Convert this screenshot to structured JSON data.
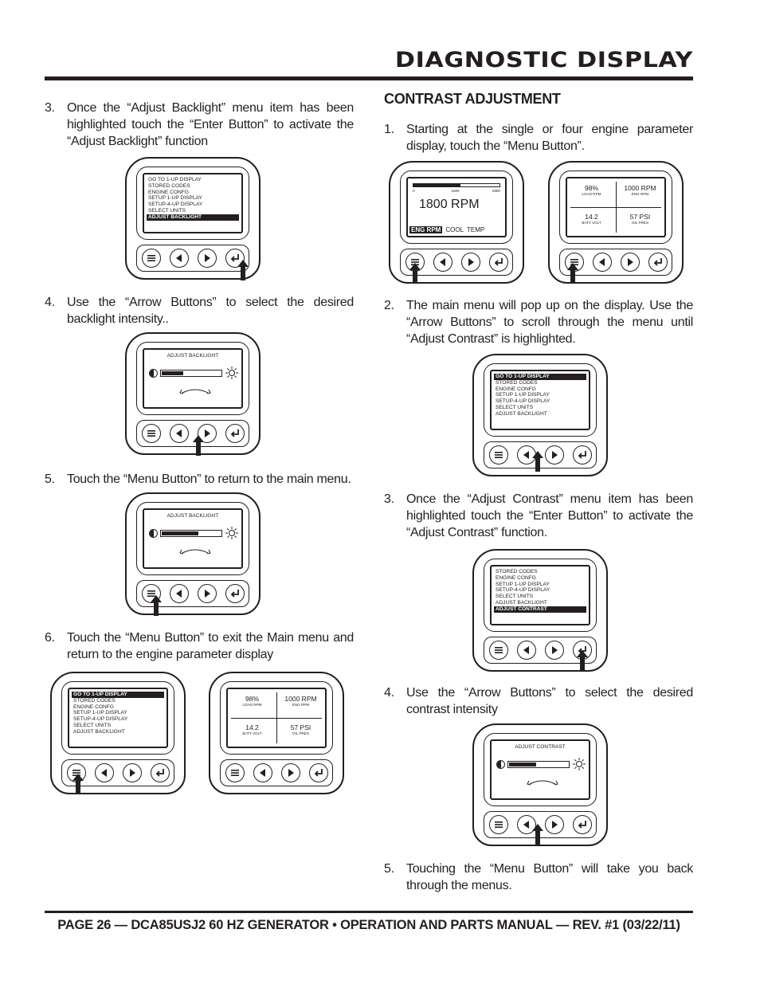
{
  "header": {
    "title": "DIAGNOSTIC DISPLAY"
  },
  "footer": {
    "text": "PAGE 26 — DCA85USJ2 60 HZ GENERATOR • OPERATION AND PARTS MANUAL — REV. #1 (03/22/11)"
  },
  "left_steps": [
    {
      "num": "3.",
      "text": "Once the “Adjust Backlight” menu item has been highlighted touch the “Enter Button” to activate the “Adjust Backlight” function"
    },
    {
      "num": "4.",
      "text": "Use the “Arrow Buttons” to select the desired backlight intensity.."
    },
    {
      "num": "5.",
      "text": "Touch the “Menu Button” to return to the main menu."
    },
    {
      "num": "6.",
      "text": "Touch the “Menu Button” to exit the Main menu and return to the engine parameter display"
    }
  ],
  "right_section": {
    "heading": "CONTRAST ADJUSTMENT",
    "steps": [
      {
        "num": "1.",
        "text": "Starting at the single or four engine parameter display, touch the “Menu Button”."
      },
      {
        "num": "2.",
        "text": "The main menu will pop up on the display. Use the “Arrow Buttons” to scroll through the menu until “Adjust Contrast” is highlighted."
      },
      {
        "num": "3.",
        "text": "Once the “Adjust Contrast” menu item has been highlighted touch the “Enter Button” to activate the “Adjust Contrast” function."
      },
      {
        "num": "4.",
        "text": "Use the “Arrow Buttons” to select the desired contrast intensity"
      },
      {
        "num": "5.",
        "text": "Touching the “Menu Button” will take you back through the menus."
      }
    ]
  },
  "menus": {
    "backlight_menu": [
      "GO TO 1-UP DISPLAY",
      "STORED CODES",
      "ENGINE CONFG",
      "SETUP 1-UP DISPLAY",
      "SETUP-4-UP DISPLAY",
      "SELECT UNITS",
      "ADJUST BACKLIGHT"
    ],
    "contrast_menu": [
      "STORED CODES",
      "ENGINE CONFG",
      "SETUP 1-UP DISPLAY",
      "SETUP-4-UP DISPLAY",
      "SELECT UNITS",
      "ADJUST BACKLIGHT",
      "ADJUST CONTRAST"
    ],
    "main_menu": [
      "GO TO 1-UP DISPLAY",
      "STORED CODES",
      "ENGINE CONFG",
      "SETUP 1-UP DISPLAY",
      "SETUP-4-UP DISPLAY",
      "SELECT UNITS",
      "ADJUST BACKLIGHT"
    ]
  },
  "screens": {
    "adjust_backlight": "ADJUST BACKLIGHT",
    "adjust_contrast": "ADJUST CONTRAST",
    "four_up": [
      {
        "value": "98%",
        "label": "LOAD RPM"
      },
      {
        "value": "1000 RPM",
        "label": "ENG RPM"
      },
      {
        "value": "14.2",
        "label": "BATT VOLT"
      },
      {
        "value": "57 PSI",
        "label": "OIL PRES"
      }
    ],
    "single_up": {
      "ticks": [
        "0",
        "1500",
        "2800"
      ],
      "value": "1800 RPM",
      "param_selected": "ENG RPM",
      "param_2": "COOL",
      "param_3": "TEMP",
      "gauge_fraction": 0.55
    },
    "backlight_level": 0.35,
    "backlight_level_2": 0.6,
    "contrast_level": 0.45
  },
  "icons": {
    "menu": "menu-icon",
    "left": "left-arrow-icon",
    "right": "right-arrow-icon",
    "enter": "enter-icon",
    "pointer": "pointer-arrow-icon"
  }
}
